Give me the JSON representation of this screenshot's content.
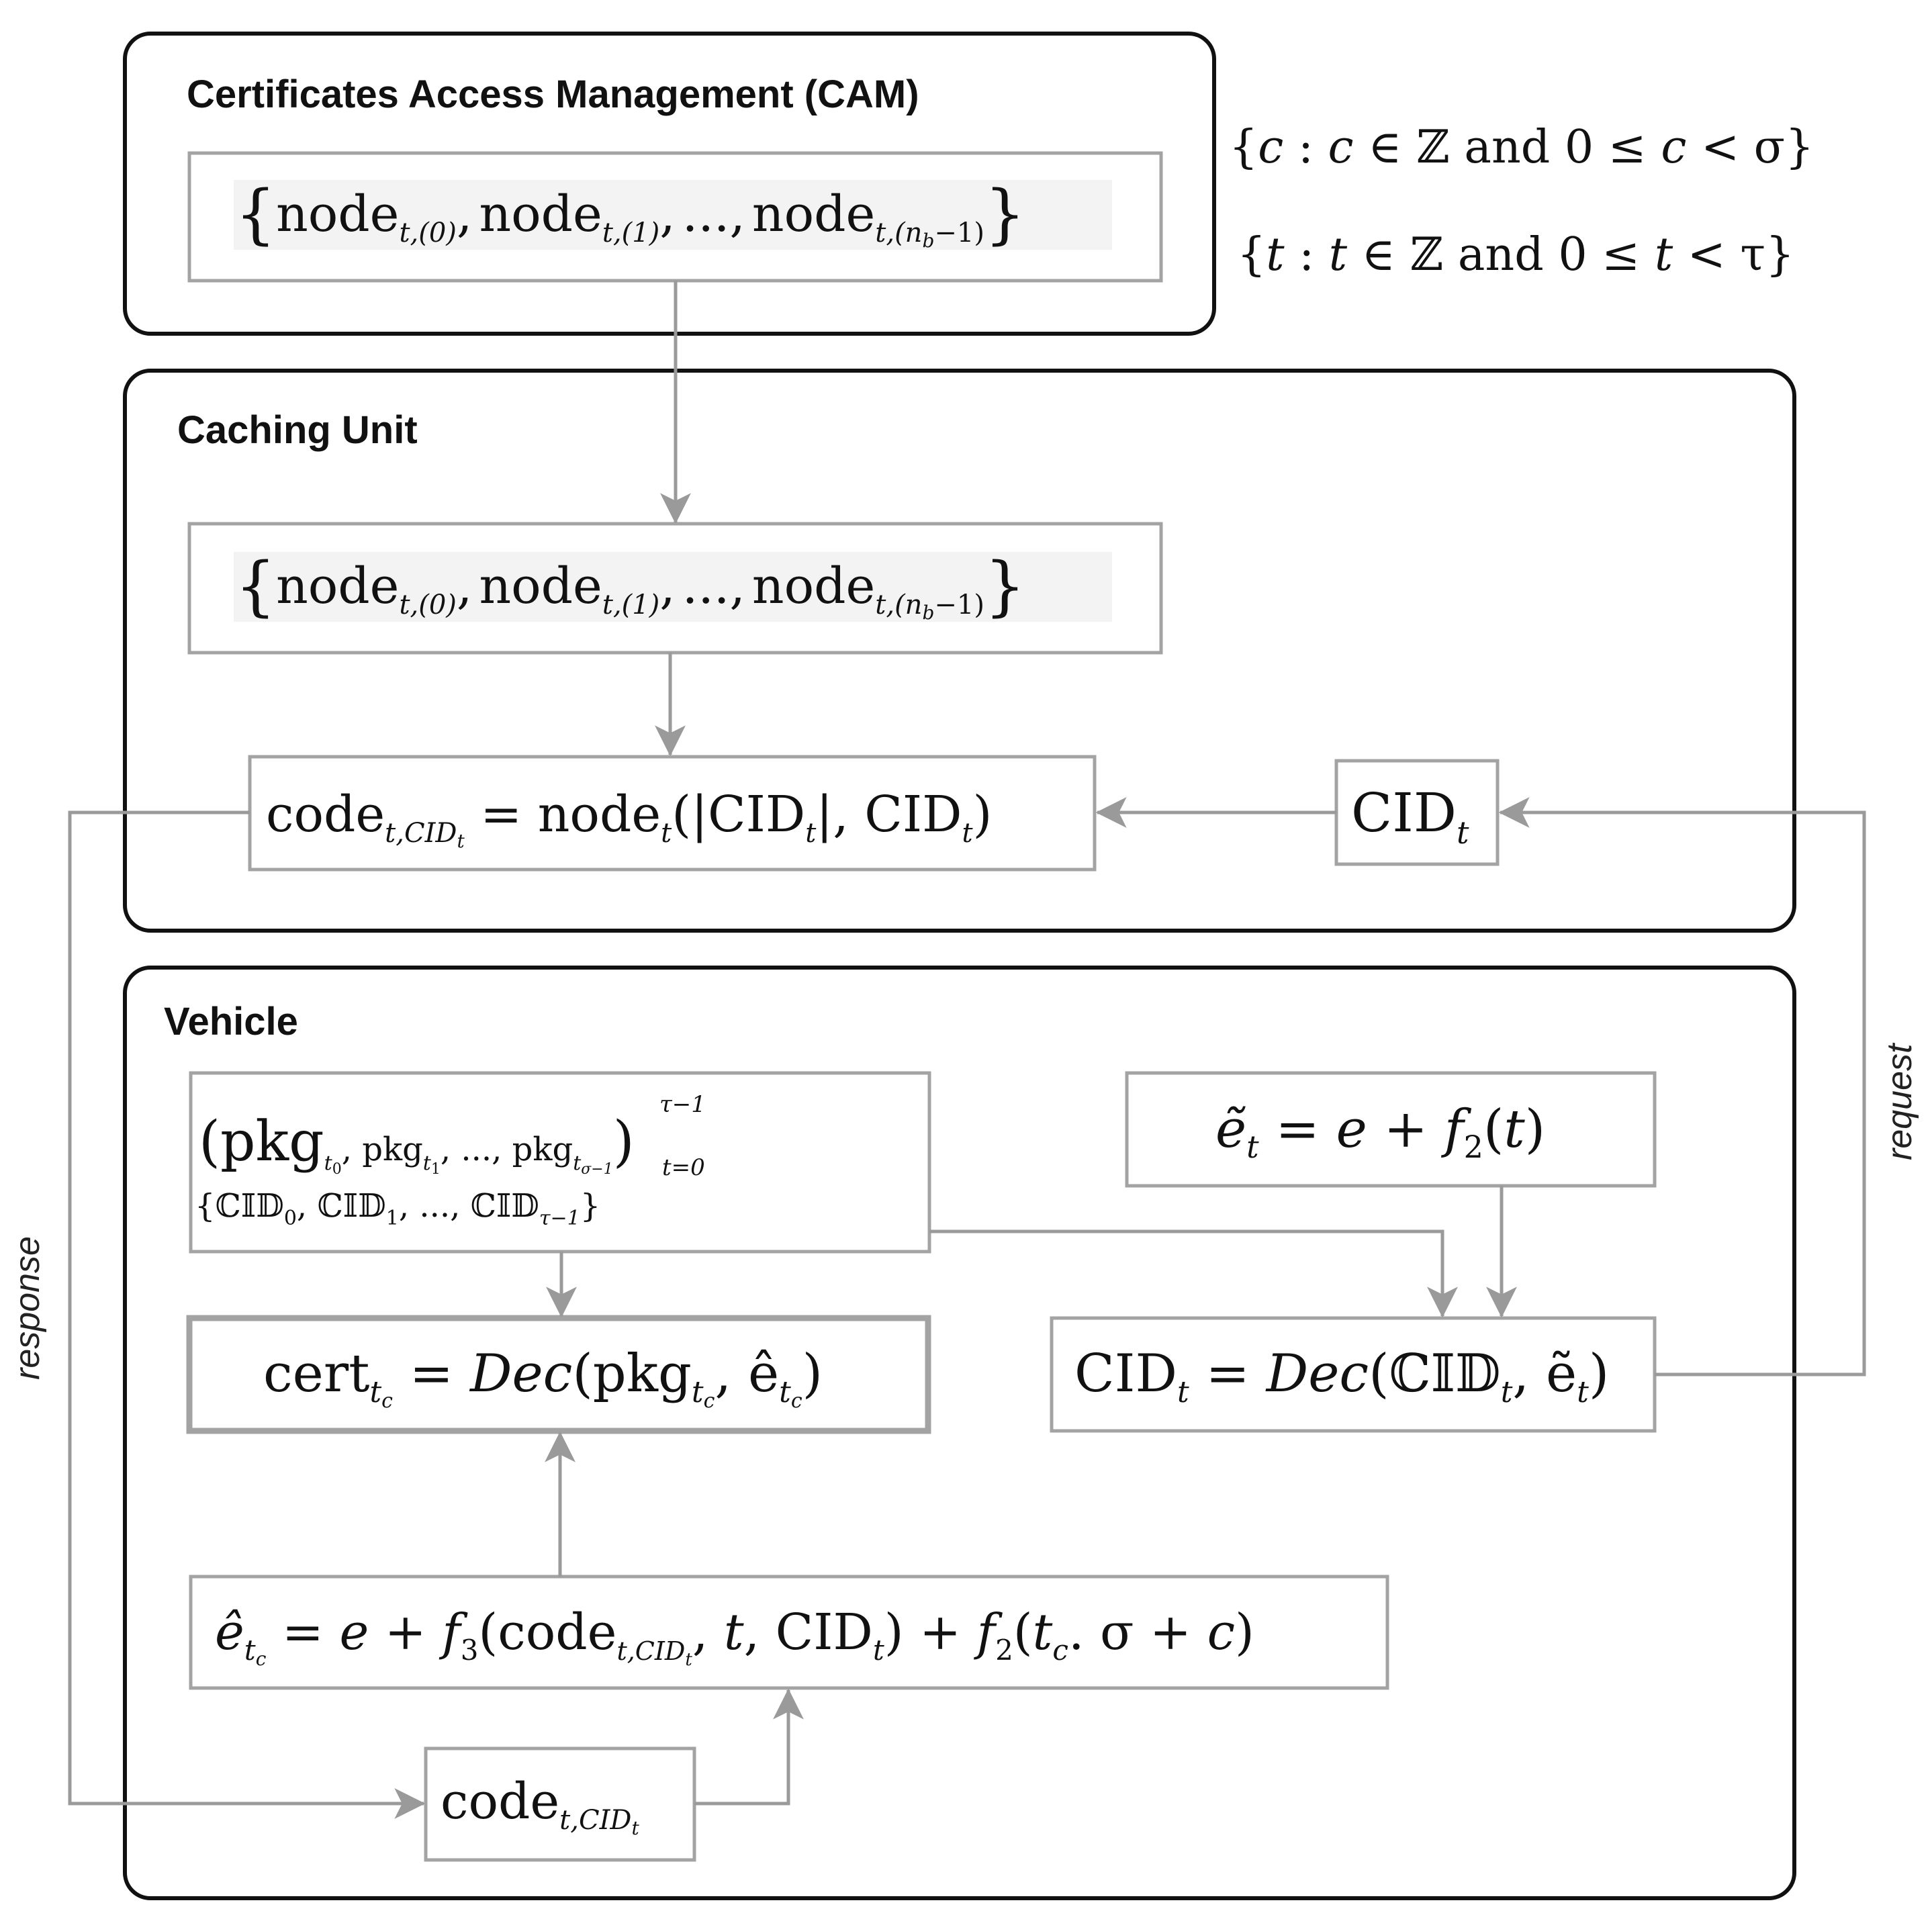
{
  "colors": {
    "container_border": "#111111",
    "box_border": "#a3a3a3",
    "arrow": "#9a9a9a",
    "text": "#111111"
  },
  "sections": {
    "cam": {
      "title": "Certificates Access Management (CAM)"
    },
    "caching": {
      "title": "Caching Unit"
    },
    "vehicle": {
      "title": "Vehicle"
    }
  },
  "set_defs": {
    "c": {
      "open": "{",
      "var": "c",
      "rest1": " : ",
      "var2": "c",
      "rest2": " ∈ ℤ  and  0 ≤ ",
      "var3": "c",
      "rest3": " < σ",
      "close": "}"
    },
    "t": {
      "open": "{",
      "var": "t",
      "rest1": " : ",
      "var2": "t",
      "rest2": " ∈ ℤ  and  0 ≤ ",
      "var3": "t",
      "rest3": " < τ",
      "close": "}"
    }
  },
  "node_set": {
    "open": "{",
    "node": "node",
    "sub0": "t,(0)",
    "sub1": "t,(1)",
    "subn": "t,(n",
    "subn_b": "b",
    "subn_tail": "−1)",
    "comma": ",",
    "ellipsis": "...",
    "close": "}"
  },
  "code_eq": {
    "code": "code",
    "code_sub": "t,CID",
    "code_subsub": "t",
    "eq": " = ",
    "node": "node",
    "node_sub": "t",
    "args": "(|CID",
    "args_sub": "t",
    "args_mid": "|, CID",
    "args_sub2": "t",
    "args_end": ")"
  },
  "cid_box": {
    "cid": "CID",
    "sub": "t"
  },
  "pkg_box": {
    "line1": "(pkg",
    "pkg_sub0": "t",
    "pkg_sub0b": "0",
    "sep1": ", pkg",
    "pkg_sub1": "t",
    "pkg_sub1b": "1",
    "sep2": ", ..., pkg",
    "pkg_sub2": "t",
    "pkg_sub2b": "σ−1",
    "close": ")",
    "sup": "τ−1",
    "lower": "t=0",
    "line2": "{ℂ𝕀𝔻",
    "l2_sub0": "0",
    "l2_mid1": ", ℂ𝕀𝔻",
    "l2_sub1": "1",
    "l2_mid2": ", ..., ℂ𝕀𝔻",
    "l2_sub2": "τ−1",
    "l2_close": "}"
  },
  "etilde_box": {
    "lhs": "ẽ",
    "lhs_sub": "t",
    "eq": " = ",
    "e": "e",
    "plus": " + ",
    "f": "f",
    "f_sub": "2",
    "arg": "(",
    "arg_t": "t",
    "arg_close": ")"
  },
  "cert_box": {
    "cert": "cert",
    "sub": "t",
    "subsub": "c",
    "eq": " = ",
    "dec": "Dec",
    "args": "(pkg",
    "args_sub": "t",
    "args_subsub": "c",
    "args_mid": ", ê",
    "args_sub2": "t",
    "args_subsub2": "c",
    "args_end": ")"
  },
  "cid_dec_box": {
    "cid": "CID",
    "sub": "t",
    "eq": " = ",
    "dec": "Dec",
    "args": "(ℂ𝕀𝔻",
    "args_sub": "t",
    "args_mid": ", ẽ",
    "args_sub2": "t",
    "args_end": ")"
  },
  "ehat_box": {
    "lhs": "ê",
    "lhs_sub": "t",
    "lhs_subsub": "c",
    "eq": " = ",
    "e": "e",
    "plus1": " + ",
    "f3": "f",
    "f3_sub": "3",
    "arg1": "(code",
    "arg1_sub": "t,CID",
    "arg1_subsub": "t",
    "arg2": ", ",
    "t": "t",
    "arg3": ", CID",
    "arg3_sub": "t",
    "arg3_end": ")",
    "plus2": " + ",
    "f2": "f",
    "f2_sub": "2",
    "arg4": "(",
    "tc": "t",
    "tc_sub": "c",
    "arg5": ". σ + ",
    "c": "c",
    "arg6": ")"
  },
  "code_box": {
    "code": "code",
    "sub": "t,CID",
    "subsub": "t"
  },
  "arrow_labels": {
    "response": "response",
    "request": "request"
  }
}
